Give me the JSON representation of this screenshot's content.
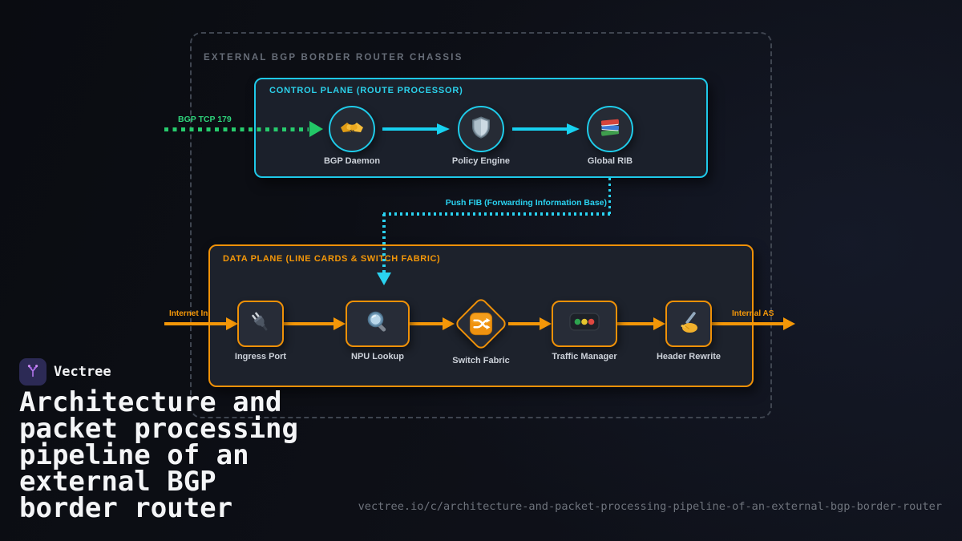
{
  "brand": {
    "name": "Vectree",
    "url": "vectree.io/c/architecture-and-packet-processing-pipeline-of-an-external-bgp-border-router"
  },
  "title": "Architecture and\npacket processing\npipeline of an\nexternal BGP\nborder router",
  "chassis": {
    "label": "EXTERNAL BGP BORDER ROUTER CHASSIS"
  },
  "control_plane": {
    "label": "CONTROL PLANE (ROUTE PROCESSOR)",
    "input_label": "BGP TCP 179",
    "nodes": [
      {
        "label": "BGP Daemon",
        "icon": "handshake-icon"
      },
      {
        "label": "Policy Engine",
        "icon": "shield-icon"
      },
      {
        "label": "Global RIB",
        "icon": "books-icon"
      }
    ]
  },
  "fib_link": {
    "label": "Push FIB (Forwarding Information Base)"
  },
  "data_plane": {
    "label": "DATA PLANE (LINE CARDS & SWITCH FABRIC)",
    "input_label": "Internet In",
    "output_label": "Internal AS",
    "nodes": [
      {
        "label": "Ingress Port",
        "icon": "plug-icon"
      },
      {
        "label": "NPU Lookup",
        "icon": "magnifier-icon"
      },
      {
        "label": "Switch Fabric",
        "icon": "shuffle-icon"
      },
      {
        "label": "Traffic Manager",
        "icon": "traffic-light-icon"
      },
      {
        "label": "Header Rewrite",
        "icon": "writing-hand-icon"
      }
    ]
  },
  "colors": {
    "background": "#0d0f16",
    "control_plane_accent": "#1ec9e9",
    "data_plane_accent": "#f49708",
    "bgp_session_green": "#27cb6d",
    "chassis_border": "#3f4550",
    "title_text": "#f4f5f7",
    "node_label_text": "#ccd1d9",
    "url_text": "#6e737c"
  }
}
